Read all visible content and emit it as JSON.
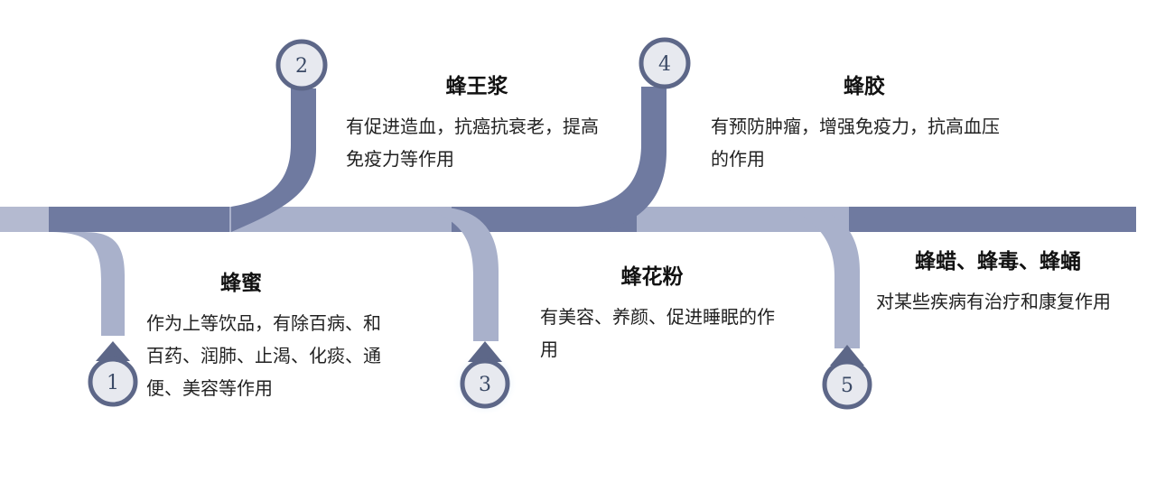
{
  "colors": {
    "dark": "#6f7aa0",
    "light": "#a9b1cb",
    "paleLeft": "#b4bad0",
    "circleRing": "#5d6788",
    "circleFill": "#e7e9ef",
    "glow": "#cfe1f3"
  },
  "nodes": [
    {
      "number": "1",
      "title": "蜂蜜",
      "description": "作为上等饮品，有除百病、和百药、润肺、止渴、化痰、通便、美容等作用"
    },
    {
      "number": "2",
      "title": "蜂王浆",
      "description": "有促进造血，抗癌抗衰老，提高免疫力等作用"
    },
    {
      "number": "3",
      "title": "蜂花粉",
      "description": "有美容、养颜、促进睡眠的作用"
    },
    {
      "number": "4",
      "title": "蜂胶",
      "description": "有预防肿瘤，增强免疫力，抗高血压的作用"
    },
    {
      "number": "5",
      "title": "蜂蜡、蜂毒、蜂蛹",
      "description": "对某些疾病有治疗和康复作用"
    }
  ]
}
